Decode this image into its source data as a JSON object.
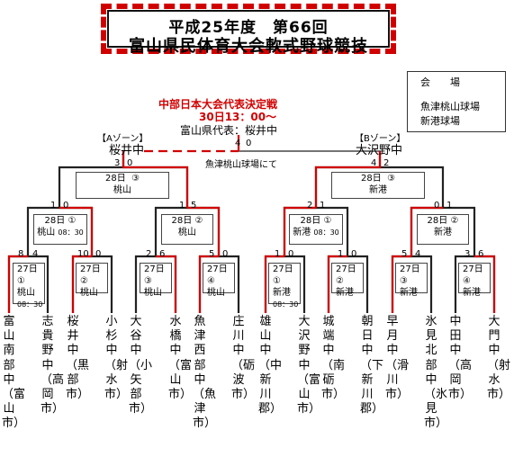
{
  "title": {
    "line1": "平成25年度　第66回",
    "line2": "富山県民体育大会軟式野球競技"
  },
  "venue": {
    "heading": "会場",
    "items": [
      "魚津桃山球場",
      "新港球場"
    ]
  },
  "final": {
    "title": "中部日本大会代表決定戦",
    "date": "30日13：00〜",
    "rep": "富山県代表：桜井中",
    "note": "魚津桃山球場にて",
    "score_left": "4",
    "score_right": "0"
  },
  "zones": {
    "a_label": "【Aゾーン】",
    "a_winner": "桜井中",
    "b_label": "【Bゾーン】",
    "b_winner": "大沢野中"
  },
  "semis": [
    {
      "date": "28日",
      "no": "③",
      "venue": "桃山",
      "score_l": "3",
      "score_r": "0"
    },
    {
      "date": "28日",
      "no": "③",
      "venue": "新港",
      "score_l": "4",
      "score_r": "2"
    }
  ],
  "quarters": [
    {
      "date": "28日",
      "no": "①",
      "venue": "桃山",
      "time": "08：30",
      "score_l": "1",
      "score_r": "0"
    },
    {
      "date": "28日",
      "no": "②",
      "venue": "桃山",
      "time": "",
      "score_l": "1",
      "score_r": "5"
    },
    {
      "date": "28日",
      "no": "①",
      "venue": "新港",
      "time": "08：30",
      "score_l": "2",
      "score_r": "1"
    },
    {
      "date": "28日",
      "no": "②",
      "venue": "新港",
      "time": "",
      "score_l": "0",
      "score_r": "1"
    }
  ],
  "round1": [
    {
      "label": "27日①",
      "venue": "桃山",
      "time": "08：30",
      "score_l": "8",
      "score_r": "4"
    },
    {
      "label": "27日②",
      "venue": "桃山",
      "time": "",
      "score_l": "10",
      "score_r": "0"
    },
    {
      "label": "27日③",
      "venue": "桃山",
      "time": "",
      "score_l": "2",
      "score_r": "6"
    },
    {
      "label": "27日④",
      "venue": "桃山",
      "time": "",
      "score_l": "5",
      "score_r": "0"
    },
    {
      "label": "27日①",
      "venue": "新港",
      "time": "08：30",
      "score_l": "1",
      "score_r": "0"
    },
    {
      "label": "27日②",
      "venue": "新港",
      "time": "",
      "score_l": "1",
      "score_r": "0"
    },
    {
      "label": "27日③",
      "venue": "新港",
      "time": "",
      "score_l": "5",
      "score_r": "4"
    },
    {
      "label": "27日④",
      "venue": "新港",
      "time": "",
      "score_l": "3",
      "score_r": "6"
    }
  ],
  "teams": [
    "富山南部中（富山市）",
    "志貴野中（高岡市）",
    "桜井中（黒部市）",
    "小杉中（射水市）",
    "大谷中（小矢部市）",
    "水橋中（富山市）",
    "魚津西部中（魚津市）",
    "庄川中（砺波市）",
    "雄山中（中新川郡）",
    "大沢野中（富山市）",
    "城端中（南砺市）",
    "朝日中（下新川郡）",
    "早月中（滑川市）",
    "氷見北部中（氷見市）",
    "中田中（高岡市）",
    "大門中（射水市）"
  ],
  "colors": {
    "red": "#d10000",
    "black": "#222222"
  }
}
